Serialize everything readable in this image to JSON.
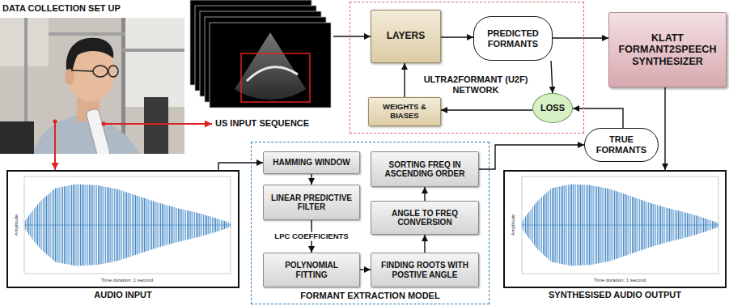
{
  "diagram": {
    "nodes": [
      {
        "text": [
          "DATA COLLECTION SET UP"
        ]
      },
      {
        "text": [
          "US INPUT SEQUENCE"
        ]
      },
      {
        "text": [
          "ULTRA2FORMANT (U2F) NETWORK"
        ]
      },
      {
        "text": [
          "LAYERS"
        ],
        "in": 2
      },
      {
        "text": [
          "PREDICTED FORMANTS"
        ],
        "in": 2
      },
      {
        "text": [
          "WEIGHTS & BIASES"
        ],
        "in": 2
      },
      {
        "text": [
          "LOSS"
        ],
        "in": 2
      },
      {
        "text": [
          "KLATT FORMANT2SPEECH SYNTHESIZER"
        ]
      },
      {
        "text": [
          "TRUE FORMANTS"
        ]
      },
      {
        "text": [
          "AUDIO INPUT"
        ]
      },
      {
        "text": [
          "FORMANT EXTRACTION MODEL"
        ]
      },
      {
        "text": [
          "HAMMING WINDOW"
        ],
        "in": 10
      },
      {
        "text": [
          "LINEAR PREDICTIVE FILTER"
        ],
        "in": 10
      },
      {
        "text": [
          "POLYNOMIAL FITTING"
        ],
        "in": 10
      },
      {
        "text": [
          "FINDING ROOTS WITH POSTIVE ANGLE"
        ],
        "in": 10
      },
      {
        "text": [
          "ANGLE TO FREQ CONVERSION"
        ],
        "in": 10
      },
      {
        "text": [
          "SORTING FREQ IN ASCENDING ORDER"
        ],
        "in": 10
      },
      {
        "text": [
          "SYNTHESISED AUDIO OUTPUT"
        ]
      }
    ],
    "edges": [
      {
        "from": 0,
        "to": 1,
        "arrow": "to"
      },
      {
        "from": 0,
        "to": 9,
        "arrow": "to"
      },
      {
        "from": 1,
        "to": 3,
        "arrow": "to"
      },
      {
        "from": 3,
        "to": 4,
        "arrow": "to"
      },
      {
        "from": 4,
        "to": 7,
        "arrow": "to"
      },
      {
        "from": 4,
        "to": 6,
        "arrow": "to"
      },
      {
        "from": 6,
        "to": 5,
        "arrow": "to"
      },
      {
        "from": 5,
        "to": 3,
        "arrow": "to"
      },
      {
        "from": 8,
        "to": 6,
        "arrow": "to"
      },
      {
        "from": 9,
        "to": 11,
        "arrow": "to"
      },
      {
        "from": 11,
        "to": 12,
        "arrow": "to"
      },
      {
        "from": 12,
        "to": 13,
        "arrow": "to",
        "label": "LPC COEFFICIENTS"
      },
      {
        "from": 13,
        "to": 14,
        "arrow": "to"
      },
      {
        "from": 14,
        "to": 15,
        "arrow": "to"
      },
      {
        "from": 15,
        "to": 16,
        "arrow": "to"
      },
      {
        "from": 16,
        "to": 8,
        "arrow": "to"
      },
      {
        "from": 7,
        "to": 17,
        "arrow": "to"
      }
    ],
    "labels": [
      "Amplitude",
      "Time duration: 1 second",
      "Amplitude",
      "Time duration: 1 second"
    ]
  }
}
